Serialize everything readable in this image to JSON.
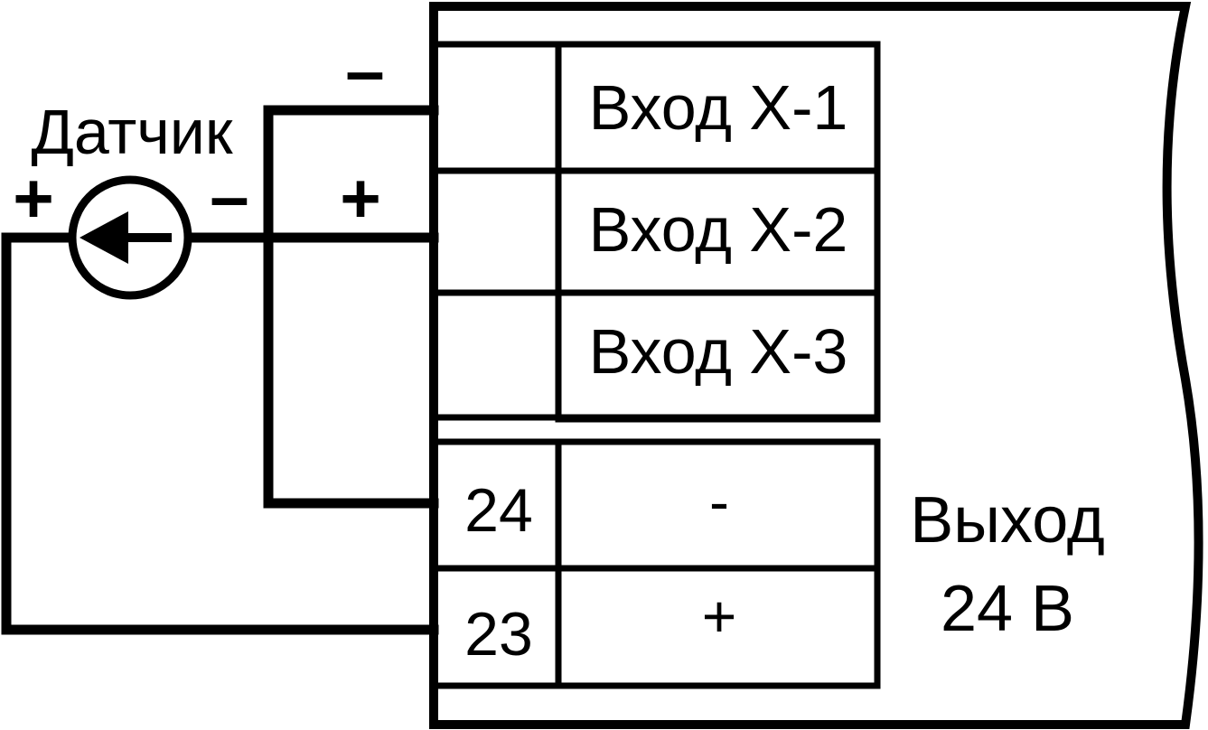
{
  "sensor": {
    "title": "Датчик",
    "plus_label": "+",
    "minus_label": "–"
  },
  "wire_labels": {
    "minus": "–",
    "plus": "+"
  },
  "inputs": [
    {
      "label": "Вход Х-1"
    },
    {
      "label": "Вход Х-2"
    },
    {
      "label": "Вход Х-3"
    }
  ],
  "output": {
    "terminals": [
      {
        "number": "24",
        "polarity": "-"
      },
      {
        "number": "23",
        "polarity": "+"
      }
    ],
    "title_line1": "Выход",
    "title_line2": "24 В"
  }
}
